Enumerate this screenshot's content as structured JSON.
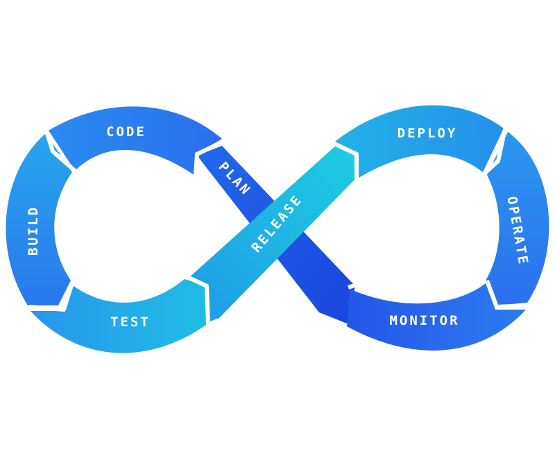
{
  "diagram": {
    "type": "devops-infinity-loop",
    "colors": {
      "cyan": "#1ecbe0",
      "sky": "#1fa2e6",
      "blue": "#2b7ff0",
      "deep_blue": "#1d52e6",
      "label": "#ffffff",
      "background": "#ffffff"
    },
    "segments": {
      "plan": "PLAN",
      "code": "CODE",
      "build": "BUILD",
      "test": "TEST",
      "release": "RELEASE",
      "deploy": "DEPLOY",
      "operate": "OPERATE",
      "monitor": "MONITOR"
    }
  }
}
